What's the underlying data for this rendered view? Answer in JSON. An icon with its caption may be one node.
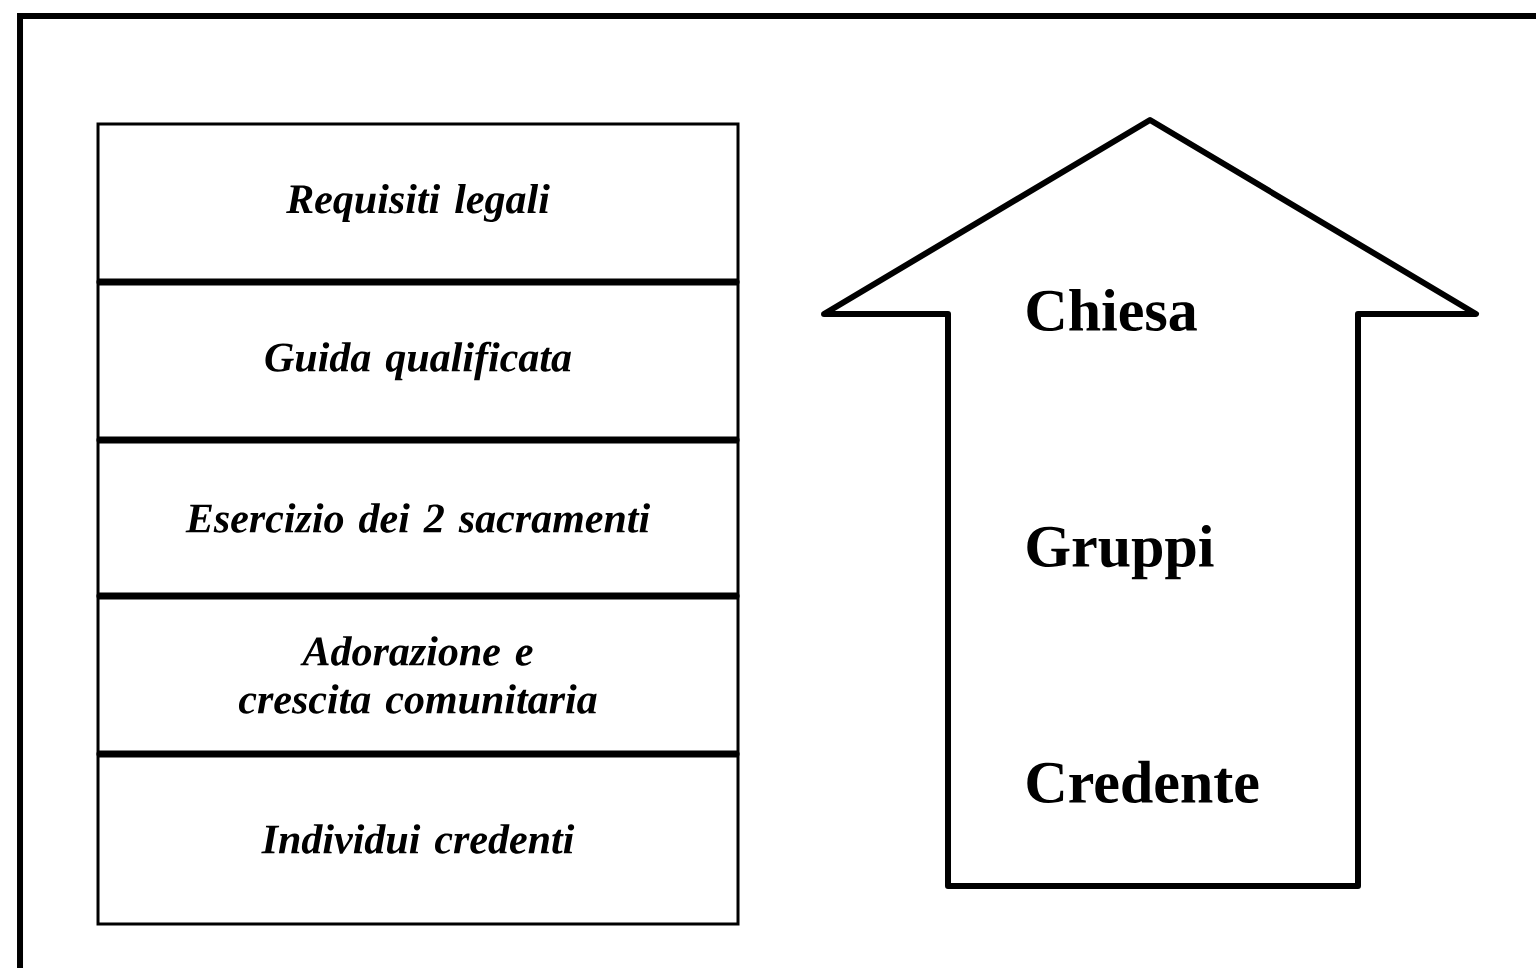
{
  "diagram": {
    "nodes": [
      {
        "text": [
          "Requisiti legali"
        ]
      },
      {
        "text": [
          "Guida qualificata"
        ]
      },
      {
        "text": [
          "Esercizio dei 2 sacramenti"
        ]
      },
      {
        "text": [
          "Adorazione e crescita comunitaria"
        ]
      },
      {
        "text": [
          "Individui credenti"
        ]
      },
      {
        "text": [
          "Chiesa",
          "Gruppi",
          "Credente"
        ]
      }
    ]
  }
}
